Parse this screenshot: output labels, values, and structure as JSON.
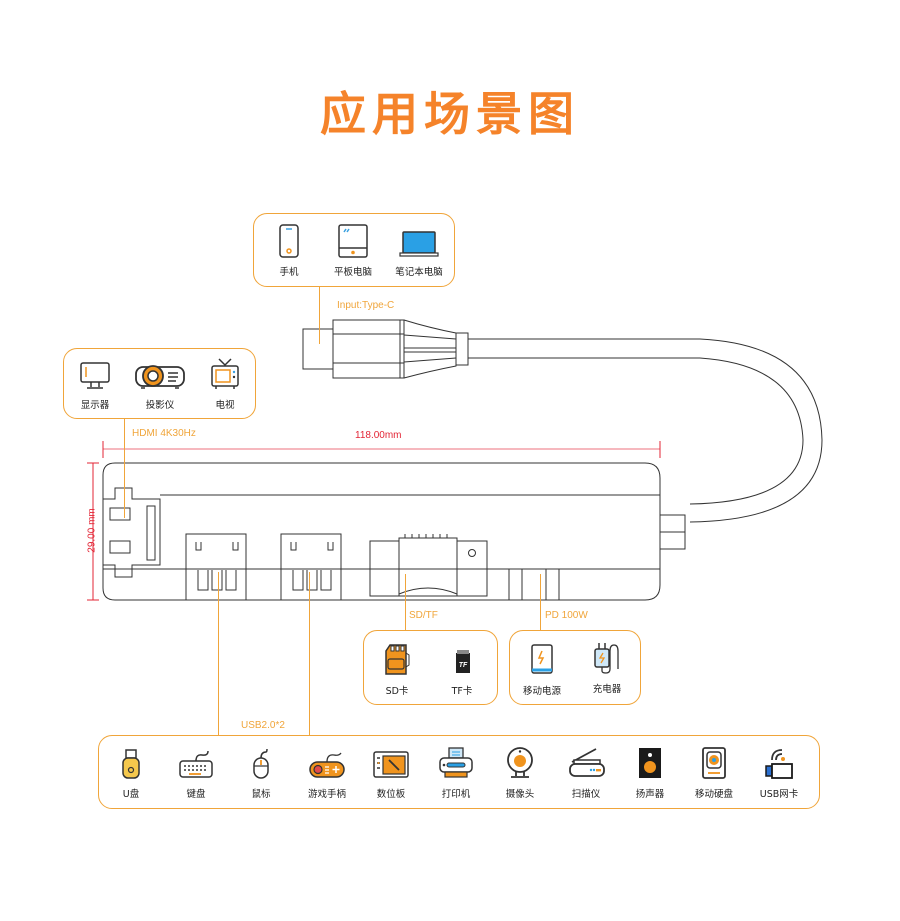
{
  "title": "应用场景图",
  "accent_color": "#f5832a",
  "line_color": "#f0a53a",
  "dimension_color": "#e32636",
  "input_group": {
    "label": "Input:Type-C",
    "items": [
      {
        "icon": "phone-icon",
        "label": "手机"
      },
      {
        "icon": "tablet-icon",
        "label": "平板电脑"
      },
      {
        "icon": "laptop-icon",
        "label": "笔记本电脑"
      }
    ]
  },
  "hdmi_group": {
    "label": "HDMI 4K30Hz",
    "items": [
      {
        "icon": "monitor-icon",
        "label": "显示器"
      },
      {
        "icon": "projector-icon",
        "label": "投影仪"
      },
      {
        "icon": "tv-icon",
        "label": "电视"
      }
    ]
  },
  "dimensions": {
    "width": "118.00mm",
    "height": "29.00 mm"
  },
  "sd_group": {
    "label": "SD/TF",
    "items": [
      {
        "icon": "sd-card-icon",
        "label": "SD卡"
      },
      {
        "icon": "tf-card-icon",
        "label": "TF卡",
        "glyph": "TF"
      }
    ]
  },
  "pd_group": {
    "label": "PD 100W",
    "items": [
      {
        "icon": "power-bank-icon",
        "label": "移动电源"
      },
      {
        "icon": "charger-icon",
        "label": "充电器"
      }
    ]
  },
  "usb_group": {
    "label": "USB2.0*2",
    "items": [
      {
        "icon": "usb-drive-icon",
        "label": "U盘"
      },
      {
        "icon": "keyboard-icon",
        "label": "键盘"
      },
      {
        "icon": "mouse-icon",
        "label": "鼠标"
      },
      {
        "icon": "gamepad-icon",
        "label": "游戏手柄"
      },
      {
        "icon": "drawing-tablet-icon",
        "label": "数位板"
      },
      {
        "icon": "printer-icon",
        "label": "打印机"
      },
      {
        "icon": "webcam-icon",
        "label": "摄像头"
      },
      {
        "icon": "scanner-icon",
        "label": "扫描仪"
      },
      {
        "icon": "speaker-icon",
        "label": "扬声器"
      },
      {
        "icon": "hard-drive-icon",
        "label": "移动硬盘"
      },
      {
        "icon": "usb-wifi-icon",
        "label": "USB网卡"
      }
    ]
  }
}
